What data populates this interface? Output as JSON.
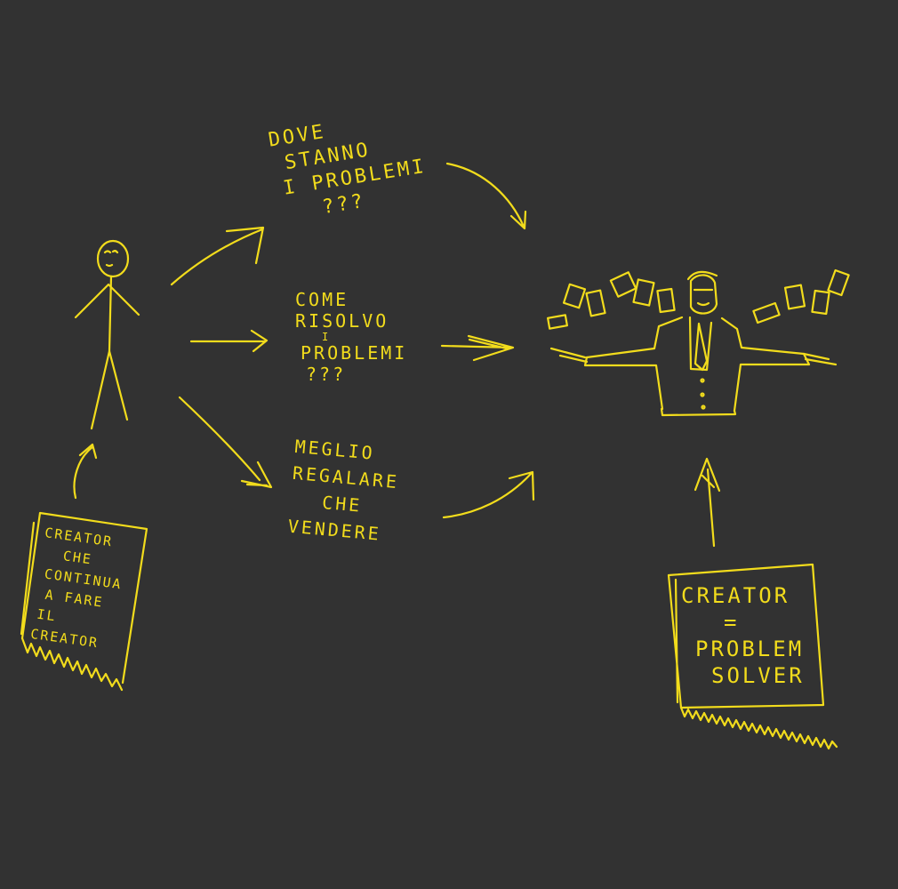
{
  "colors": {
    "background": "#323232",
    "ink": "#f2dc1c"
  },
  "labels": {
    "question_top": [
      "DOVE",
      "STANNO",
      "I PROBLEMI",
      "???"
    ],
    "question_middle": [
      "COME",
      "RISOLVO",
      "I",
      "PROBLEMI",
      "???"
    ],
    "question_bottom": [
      "MEGLIO",
      "REGALARE",
      "CHE",
      "VENDERE"
    ],
    "left_note": [
      "CREATOR",
      "CHE",
      "CONTINUA",
      "A FARE",
      "IL",
      "CREATOR"
    ],
    "right_note": [
      "CREATOR",
      "=",
      "PROBLEM",
      "SOLVER"
    ]
  },
  "icons": {
    "left_figure": "stick-figure-icon",
    "right_figure": "successful-creator-icon",
    "money": "banknote-icon"
  }
}
